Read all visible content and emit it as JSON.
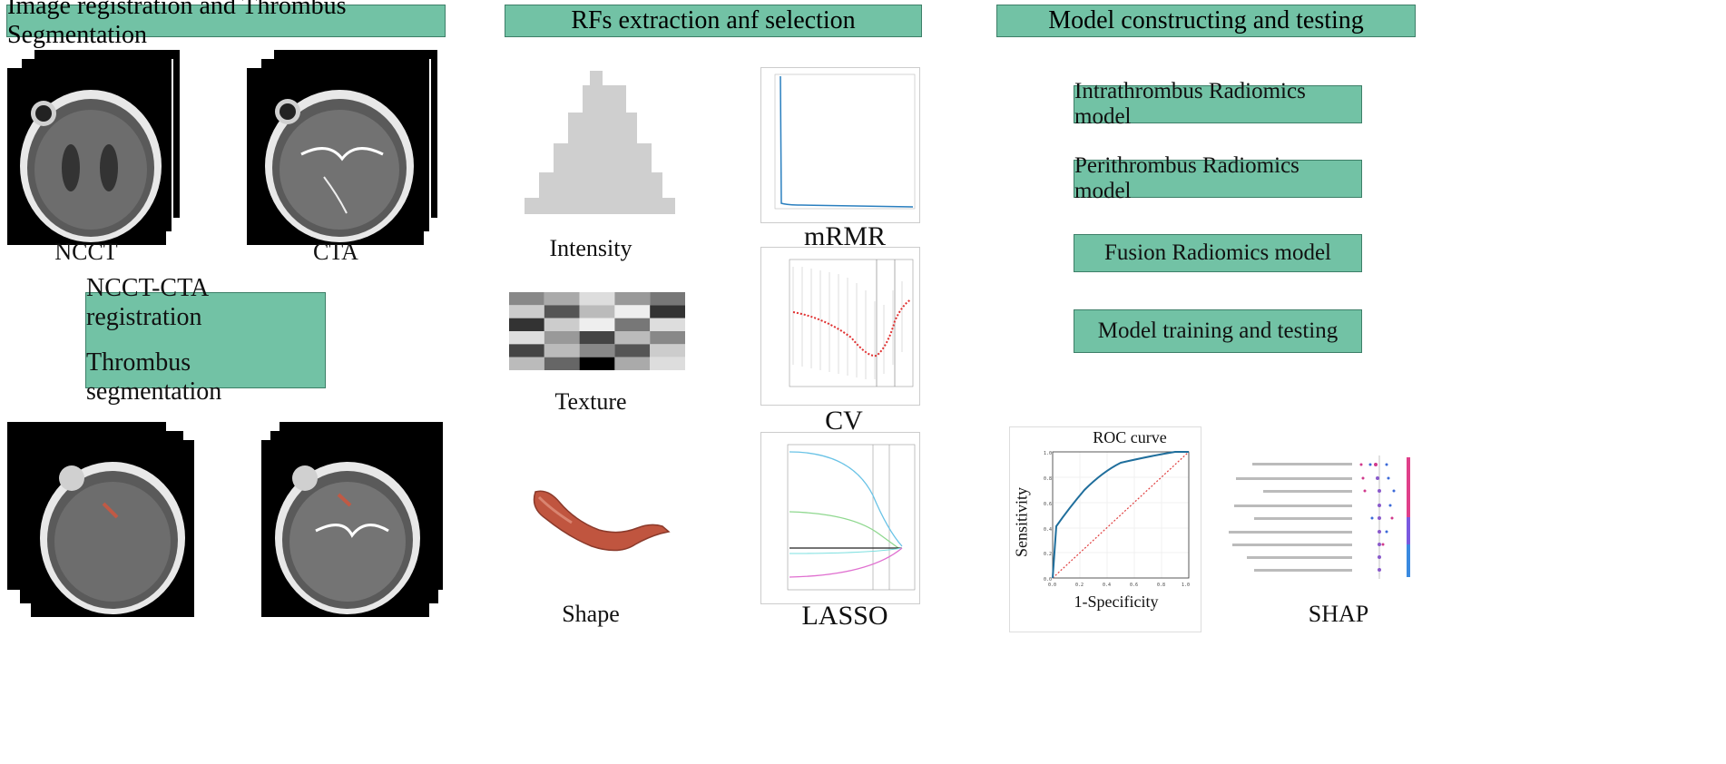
{
  "headers": {
    "col1": "Image  registration and Thrombus Segmentation",
    "col2": "RFs extraction anf selection",
    "col3": "Model constructing and testing"
  },
  "scans": {
    "ncct_label": "NCCT",
    "cta_label": "CTA"
  },
  "registration_box": {
    "line1": "NCCT-CTA registration",
    "line2": "Thrombus segmentation"
  },
  "features": {
    "intensity": "Intensity",
    "texture": "Texture",
    "shape": "Shape"
  },
  "selection": {
    "mrmr": "mRMR",
    "cv": "CV",
    "lasso": "LASSO"
  },
  "models": [
    {
      "label": "Intrathrombus Radiomics model"
    },
    {
      "label": "Perithrombus Radiomics model"
    },
    {
      "label": "Fusion Radiomics model"
    },
    {
      "label": "Model training and testing"
    }
  ],
  "roc": {
    "title": "ROC curve",
    "xlabel": "1-Specificity",
    "ylabel": "Sensitivity",
    "ticks": [
      "0.0",
      "0.2",
      "0.4",
      "0.6",
      "0.8",
      "1.0"
    ]
  },
  "shap": {
    "label": "SHAP"
  },
  "colors": {
    "box_fill": "#72c2a5",
    "box_border": "#3d7f68",
    "roc_curve": "#1f6e9c",
    "diagonal": "#e04040",
    "thrombus": "#c05a45"
  }
}
